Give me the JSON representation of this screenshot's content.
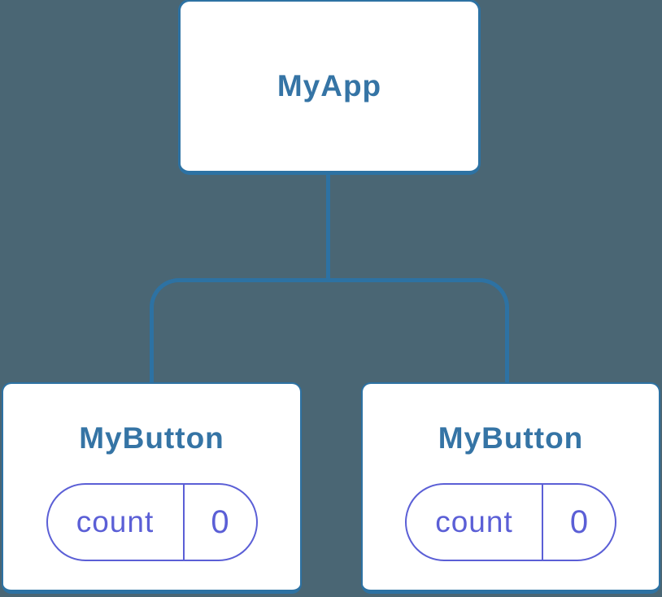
{
  "colors": {
    "background": "#4a6674",
    "connector": "#2d72a3",
    "box_border": "#2d72a3",
    "box_fill": "#ffffff",
    "label": "#3574a5",
    "state": "#5b5fd6"
  },
  "tree": {
    "root": {
      "label": "MyApp"
    },
    "children": [
      {
        "label": "MyButton",
        "state": {
          "name": "count",
          "value": "0"
        }
      },
      {
        "label": "MyButton",
        "state": {
          "name": "count",
          "value": "0"
        }
      }
    ]
  }
}
